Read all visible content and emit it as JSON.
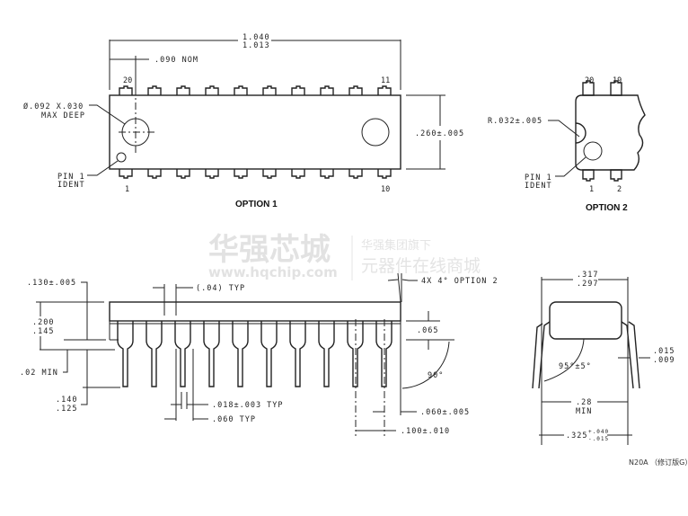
{
  "watermark": {
    "brand": "华强芯城",
    "url": "www.hqchip.com",
    "tagline1": "华强集团旗下",
    "tagline2": "元器件在线商城"
  },
  "top_view": {
    "title": "OPTION 1",
    "overall_length_max": "1.040",
    "overall_length_min": "1.013",
    "pin_offset": ".090 NOM",
    "body_width": ".260±.005",
    "ejector_hole_line1": "Ø.092 X.030",
    "ejector_hole_line2": "MAX DEEP",
    "pin1_ident_line1": "PIN 1",
    "pin1_ident_line2": "IDENT",
    "pin_labels": {
      "top_left": "20",
      "top_right": "11",
      "bottom_left": "1",
      "bottom_right": "10"
    },
    "pins_per_side": 10
  },
  "option2_view": {
    "title": "OPTION 2",
    "radius": "R.032±.005",
    "pin1_ident_line1": "PIN 1",
    "pin1_ident_line2": "IDENT",
    "pin_labels": {
      "top_left": "20",
      "top_right": "19",
      "bottom_left": "1",
      "bottom_right": "2"
    }
  },
  "side_view": {
    "seat_height": ".130±.005",
    "height_max": ".200",
    "height_min": ".145",
    "standoff": ".02 MIN",
    "lead_length_max": ".140",
    "lead_length_min": ".125",
    "shoulder_width": "(.04) TYP",
    "lead_width": ".018±.003 TYP",
    "shoulder_lead_width": ".060 TYP",
    "draft": "4X 4° OPTION 2",
    "shoulder_height": ".065",
    "angle": "90°",
    "end_offset": ".060±.005",
    "pitch": ".100±.010"
  },
  "end_view": {
    "body_width_max": ".317",
    "body_width_min": ".297",
    "lead_angle": "95°±5°",
    "lead_thickness_max": ".015",
    "lead_thickness_min": ".009",
    "lead_spacing": ".28",
    "lead_spacing_note": "MIN",
    "row_spacing": ".325",
    "row_spacing_tol_plus": "+.040",
    "row_spacing_tol_minus": "-.015"
  },
  "footer": {
    "drawing_ref": "N20A （修订版G）"
  }
}
